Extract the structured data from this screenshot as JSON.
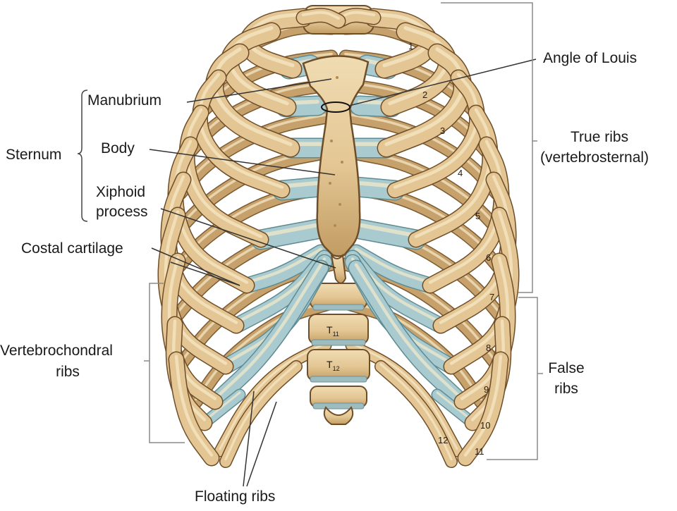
{
  "labels": {
    "angle_of_louis": "Angle of Louis",
    "manubrium": "Manubrium",
    "sternum": "Sternum",
    "body": "Body",
    "xiphoid_line1": "Xiphoid",
    "xiphoid_line2": "process",
    "costal_cartilage": "Costal cartilage",
    "true_ribs_line1": "True ribs",
    "true_ribs_line2": "(vertebrosternal)",
    "vertebrochondral_line1": "Vertebrochondral",
    "vertebrochondral_line2": "ribs",
    "false_ribs_line1": "False",
    "false_ribs_line2": "ribs",
    "floating_ribs": "Floating ribs"
  },
  "rib_numbers": [
    "1",
    "2",
    "3",
    "4",
    "5",
    "6",
    "7",
    "8",
    "9",
    "10",
    "11",
    "12"
  ],
  "vertebrae": {
    "t11": "T",
    "t11_sub": "11",
    "t12": "T",
    "t12_sub": "12"
  },
  "colors": {
    "bone": "#e3c693",
    "bone_shadow": "#b8915a",
    "bone_outline": "#6e4d28",
    "cartilage": "#a9cbd0",
    "cartilage_outline": "#5f8c93",
    "leader": "#333333",
    "bracket": "#8a8a8a"
  }
}
